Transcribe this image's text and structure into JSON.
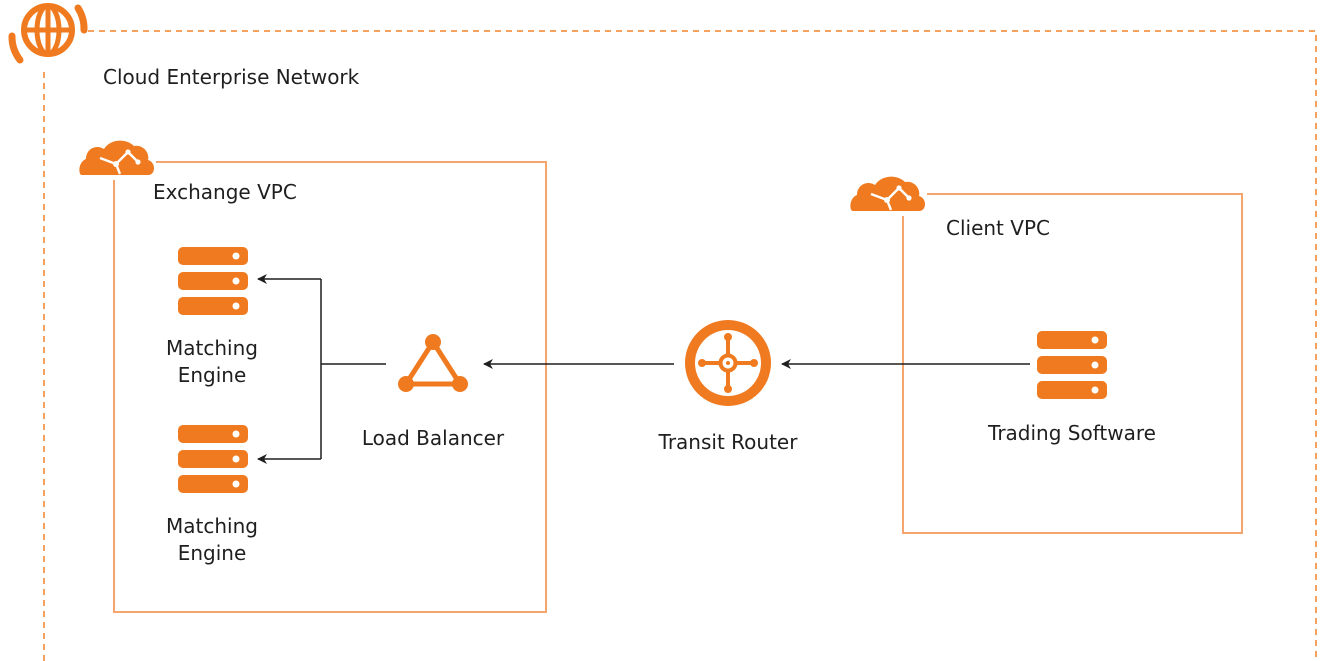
{
  "cen": {
    "label": "Cloud Enterprise Network",
    "icon": "globe-icon"
  },
  "exchange_vpc": {
    "label": "Exchange VPC",
    "icon": "cloud-icon",
    "engines": [
      {
        "label_line1": "Matching",
        "label_line2": "Engine",
        "icon": "server-icon"
      },
      {
        "label_line1": "Matching",
        "label_line2": "Engine",
        "icon": "server-icon"
      }
    ],
    "load_balancer": {
      "label": "Load Balancer",
      "icon": "load-balancer-icon"
    }
  },
  "transit_router": {
    "label": "Transit Router",
    "icon": "router-icon"
  },
  "client_vpc": {
    "label": "Client VPC",
    "icon": "cloud-icon",
    "trading_software": {
      "label": "Trading Software",
      "icon": "server-icon"
    }
  },
  "colors": {
    "accent": "#f07a1f",
    "box_border": "#f6a56e",
    "dashed_border": "#f5a25e",
    "connector": "#1f1f1f"
  }
}
